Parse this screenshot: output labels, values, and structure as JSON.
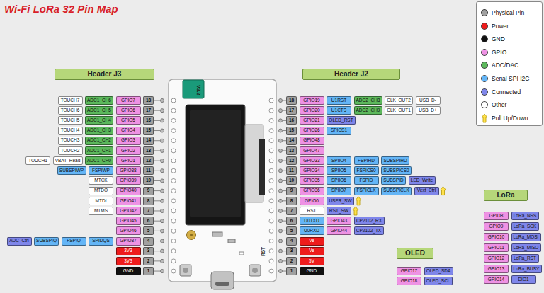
{
  "diagram": {
    "title": "Wi-Fi LoRa 32 Pin Map",
    "nodes": [
      {
        "text": [
          "Header J3"
        ]
      },
      {
        "text": [
          "TOUCH7"
        ]
      },
      {
        "text": [
          "ADC1_CH6"
        ]
      },
      {
        "text": [
          "GPIO7"
        ]
      },
      {
        "text": [
          "18"
        ]
      },
      {
        "text": [
          "TOUCH6"
        ]
      },
      {
        "text": [
          "ADC1_CH5"
        ]
      },
      {
        "text": [
          "GPIO6"
        ]
      },
      {
        "text": [
          "17"
        ]
      },
      {
        "text": [
          "TOUCH5"
        ]
      },
      {
        "text": [
          "ADC1_CH4"
        ]
      },
      {
        "text": [
          "GPIO5"
        ]
      },
      {
        "text": [
          "16"
        ]
      },
      {
        "text": [
          "TOUCH4"
        ]
      },
      {
        "text": [
          "ADC1_CH3"
        ]
      },
      {
        "text": [
          "GPIO4"
        ]
      },
      {
        "text": [
          "15"
        ]
      },
      {
        "text": [
          "TOUCH3"
        ]
      },
      {
        "text": [
          "ADC1_CH2"
        ]
      },
      {
        "text": [
          "GPIO3"
        ]
      },
      {
        "text": [
          "14"
        ]
      },
      {
        "text": [
          "TOUCH2"
        ]
      },
      {
        "text": [
          "ADC1_CH1"
        ]
      },
      {
        "text": [
          "GPIO2"
        ]
      },
      {
        "text": [
          "13"
        ]
      },
      {
        "text": [
          "TOUCH1"
        ]
      },
      {
        "text": [
          "VBAT_Read"
        ]
      },
      {
        "text": [
          "ADC1_CH0"
        ]
      },
      {
        "text": [
          "GPIO1"
        ]
      },
      {
        "text": [
          "12"
        ]
      },
      {
        "text": [
          "SUBSPIWP"
        ]
      },
      {
        "text": [
          "FSPIWP"
        ]
      },
      {
        "text": [
          "GPIO38"
        ]
      },
      {
        "text": [
          "11"
        ]
      },
      {
        "text": [
          "MTCK"
        ]
      },
      {
        "text": [
          "GPIO39"
        ]
      },
      {
        "text": [
          "10"
        ]
      },
      {
        "text": [
          "MTDO"
        ]
      },
      {
        "text": [
          "GPIO40"
        ]
      },
      {
        "text": [
          "9"
        ]
      },
      {
        "text": [
          "MTDI"
        ]
      },
      {
        "text": [
          "GPIO41"
        ]
      },
      {
        "text": [
          "8"
        ]
      },
      {
        "text": [
          "MTMS"
        ]
      },
      {
        "text": [
          "GPIO42"
        ]
      },
      {
        "text": [
          "7"
        ]
      },
      {
        "text": [
          "GPIO45"
        ]
      },
      {
        "text": [
          "6"
        ]
      },
      {
        "text": [
          "GPIO46"
        ]
      },
      {
        "text": [
          "5"
        ]
      },
      {
        "text": [
          "ADC_Ctrl"
        ]
      },
      {
        "text": [
          "SUBSPIQ"
        ]
      },
      {
        "text": [
          "FSPIQ"
        ]
      },
      {
        "text": [
          "SPIDQS"
        ]
      },
      {
        "text": [
          "GPIO37"
        ]
      },
      {
        "text": [
          "4"
        ]
      },
      {
        "text": [
          "3V3"
        ]
      },
      {
        "text": [
          "3"
        ]
      },
      {
        "text": [
          "3V3"
        ]
      },
      {
        "text": [
          "2"
        ]
      },
      {
        "text": [
          "GND"
        ]
      },
      {
        "text": [
          "1"
        ]
      },
      {
        "text": [
          "Header J2"
        ]
      },
      {
        "text": [
          "18"
        ]
      },
      {
        "text": [
          "GPIO19"
        ]
      },
      {
        "text": [
          "U1RST"
        ]
      },
      {
        "text": [
          "ADC2_CH8"
        ]
      },
      {
        "text": [
          "CLK_OUT2"
        ]
      },
      {
        "text": [
          "USB_D-"
        ]
      },
      {
        "text": [
          "17"
        ]
      },
      {
        "text": [
          "GPIO20"
        ]
      },
      {
        "text": [
          "U1CTS"
        ]
      },
      {
        "text": [
          "ADC2_CH9"
        ]
      },
      {
        "text": [
          "CLK_OUT1"
        ]
      },
      {
        "text": [
          "USB_D+"
        ]
      },
      {
        "text": [
          "16"
        ]
      },
      {
        "text": [
          "GPIO21"
        ]
      },
      {
        "text": [
          "OLED_RST"
        ]
      },
      {
        "text": [
          "15"
        ]
      },
      {
        "text": [
          "GPIO26"
        ]
      },
      {
        "text": [
          "SPICS1"
        ]
      },
      {
        "text": [
          "14"
        ]
      },
      {
        "text": [
          "GPIO48"
        ]
      },
      {
        "text": [
          "13"
        ]
      },
      {
        "text": [
          "GPIO47"
        ]
      },
      {
        "text": [
          "12"
        ]
      },
      {
        "text": [
          "GPIO33"
        ]
      },
      {
        "text": [
          "SPIIO4"
        ]
      },
      {
        "text": [
          "FSPIHD"
        ]
      },
      {
        "text": [
          "SUBSPIHD"
        ]
      },
      {
        "text": [
          "11"
        ]
      },
      {
        "text": [
          "GPIO34"
        ]
      },
      {
        "text": [
          "SPIIO5"
        ]
      },
      {
        "text": [
          "FSPICS0"
        ]
      },
      {
        "text": [
          "SUBSPICS0"
        ]
      },
      {
        "text": [
          "10"
        ]
      },
      {
        "text": [
          "GPIO35"
        ]
      },
      {
        "text": [
          "SPIIO6"
        ]
      },
      {
        "text": [
          "FSPID"
        ]
      },
      {
        "text": [
          "SUBSPID"
        ]
      },
      {
        "text": [
          "LED_Write"
        ]
      },
      {
        "text": [
          "9"
        ]
      },
      {
        "text": [
          "GPIO36"
        ]
      },
      {
        "text": [
          "SPIIO7"
        ]
      },
      {
        "text": [
          "FSPICLK"
        ]
      },
      {
        "text": [
          "SUBSPICLK"
        ]
      },
      {
        "text": [
          "Vext_Ctrl"
        ]
      },
      {
        "text": [
          "8"
        ]
      },
      {
        "text": [
          "GPIO0"
        ]
      },
      {
        "text": [
          "USER_SW"
        ]
      },
      {
        "text": [
          "7"
        ]
      },
      {
        "text": [
          "RST"
        ]
      },
      {
        "text": [
          "RST_SW"
        ]
      },
      {
        "text": [
          "6"
        ]
      },
      {
        "text": [
          "U0TXD"
        ]
      },
      {
        "text": [
          "GPIO43"
        ]
      },
      {
        "text": [
          "CP2102_RX"
        ]
      },
      {
        "text": [
          "5"
        ]
      },
      {
        "text": [
          "U0RXD"
        ]
      },
      {
        "text": [
          "GPIO44"
        ]
      },
      {
        "text": [
          "CP2102_TX"
        ]
      },
      {
        "text": [
          "4"
        ]
      },
      {
        "text": [
          "Ve"
        ]
      },
      {
        "text": [
          "3"
        ]
      },
      {
        "text": [
          "Ve"
        ]
      },
      {
        "text": [
          "2"
        ]
      },
      {
        "text": [
          "5V"
        ]
      },
      {
        "text": [
          "1"
        ]
      },
      {
        "text": [
          "GND"
        ]
      },
      {
        "text": [
          "LoRa"
        ]
      },
      {
        "text": [
          "GPIO8"
        ]
      },
      {
        "text": [
          "LoRa_NSS"
        ]
      },
      {
        "text": [
          "GPIO9"
        ]
      },
      {
        "text": [
          "LoRa_SCK"
        ]
      },
      {
        "text": [
          "GPIO10"
        ]
      },
      {
        "text": [
          "LoRa_MOSI"
        ]
      },
      {
        "text": [
          "GPIO11"
        ]
      },
      {
        "text": [
          "LoRa_MISO"
        ]
      },
      {
        "text": [
          "GPIO12"
        ]
      },
      {
        "text": [
          "LoRa_RST"
        ]
      },
      {
        "text": [
          "GPIO13"
        ]
      },
      {
        "text": [
          "LoRa_BUSY"
        ]
      },
      {
        "text": [
          "GPIO14"
        ]
      },
      {
        "text": [
          "DIO1"
        ]
      },
      {
        "text": [
          "OLED"
        ]
      },
      {
        "text": [
          "GPIO17"
        ]
      },
      {
        "text": [
          "OLED_SDA"
        ]
      },
      {
        "text": [
          "GPIO18"
        ]
      },
      {
        "text": [
          "OLED_SCL"
        ]
      }
    ],
    "labels": [
      "V3.2",
      "RST"
    ],
    "legend": [
      {
        "text": "Physical Pin",
        "color": "#a0a0a0"
      },
      {
        "text": "Power",
        "color": "#ee1c1c"
      },
      {
        "text": "GND",
        "color": "#111111"
      },
      {
        "text": "GPIO",
        "color": "#ee92e4"
      },
      {
        "text": "ADC/DAC",
        "color": "#5cb85c"
      },
      {
        "text": "Serial SPI I2C",
        "color": "#64b5f6"
      },
      {
        "text": "Connected",
        "color": "#7f86ea"
      },
      {
        "text": "Other",
        "color": "#ffffff"
      },
      {
        "text": "Pull Up/Down"
      }
    ]
  }
}
